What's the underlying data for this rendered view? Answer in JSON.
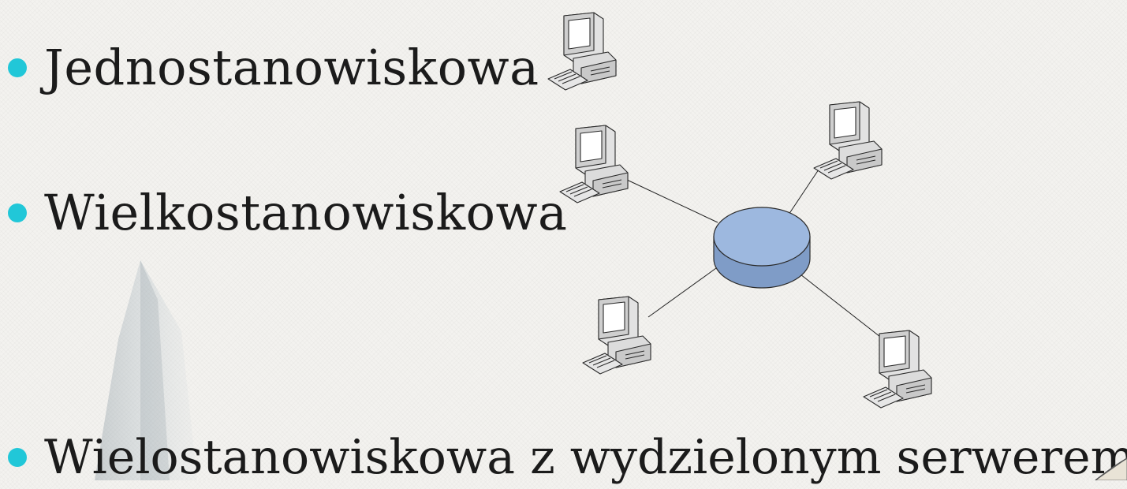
{
  "slide": {
    "bullets": [
      {
        "text": "Jednostanowiskowa"
      },
      {
        "text": "Wielkostanowiskowa"
      },
      {
        "text": "Wielostanowiskowa z wydzielonym serwerem"
      }
    ]
  },
  "colors": {
    "bullet": "#21c7d8",
    "hub_fill": "#9db8df",
    "hub_side": "#7f9cc7",
    "text": "#1b1b1b"
  },
  "icons": {
    "workstation": "computer-icon",
    "hub": "network-hub-icon"
  }
}
